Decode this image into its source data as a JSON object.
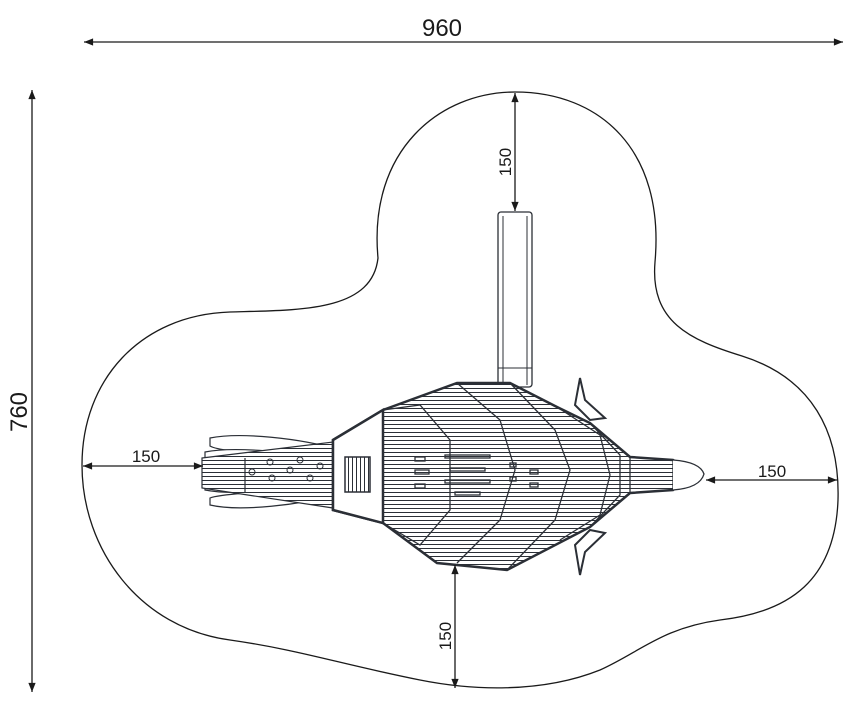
{
  "drawing": {
    "overall_width_label": "960",
    "overall_height_label": "760",
    "clearance_top_label": "150",
    "clearance_left_label": "150",
    "clearance_right_label": "150",
    "clearance_bottom_label": "150"
  },
  "colors": {
    "line": "#1a1a1a",
    "structure": "#2b2f36",
    "background": "#ffffff"
  }
}
